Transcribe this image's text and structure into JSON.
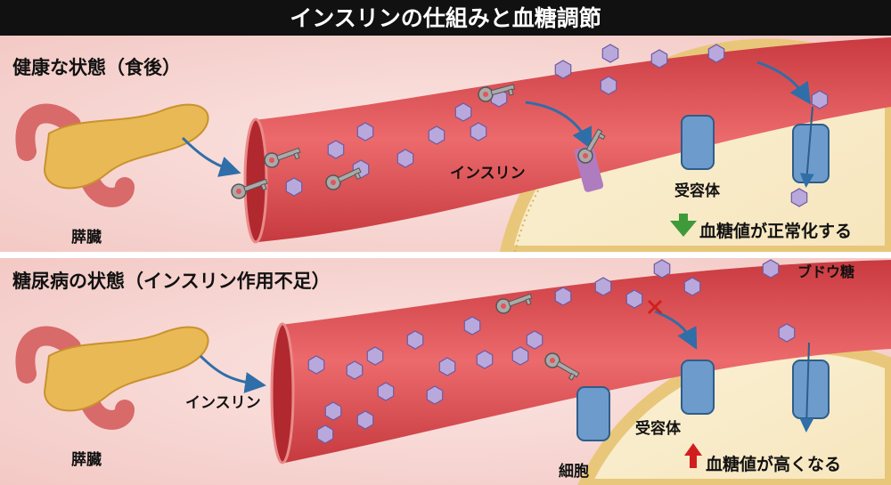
{
  "title": "インスリンの仕組みと血糖調節",
  "healthy": {
    "heading": "健康な状態（食後）",
    "pancreas": "膵臓",
    "insulin": "インスリン",
    "receptor": "受容体",
    "result": "血糖値が正常化する"
  },
  "diabetes": {
    "heading": "糖尿病の状態（インスリン作用不足）",
    "glucose": "ブドウ糖",
    "insulin": "インスリン",
    "pancreas": "膵臓",
    "receptor": "受容体",
    "cell": "細胞",
    "result": "血糖値が高くなる"
  },
  "colors": {
    "background": "#f7d6d3",
    "vessel": "#e2555a",
    "glucose": "#b9a8dc",
    "receptor": "#6d9ccc",
    "down_arrow": "#3f9a3a",
    "up_arrow": "#d11f1f"
  }
}
